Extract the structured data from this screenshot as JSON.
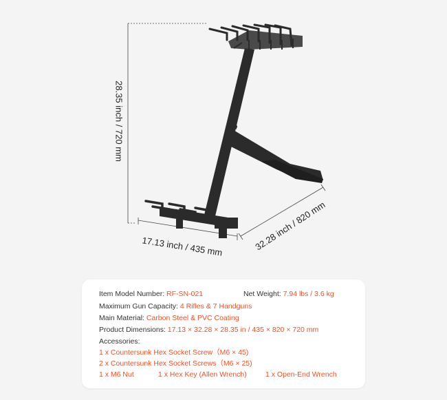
{
  "dimensions": {
    "height": "28.35 inch / 720 mm",
    "width": "17.13 inch / 435 mm",
    "depth": "32.28 inch / 820 mm"
  },
  "specs": {
    "model_label": "Item Model Number:",
    "model_value": "RF-SN-021",
    "weight_label": "Net Weight:",
    "weight_value": "7.94 lbs / 3.6 kg",
    "capacity_label": "Maximum Gun Capacity:",
    "capacity_value": "4 Rifles & 7 Handguns",
    "material_label": "Main Material:",
    "material_value": "Carbon Steel & PVC Coating",
    "dimensions_label": "Product Dimensions:",
    "dimensions_value": "17.13 × 32.28 × 28.35 in / 435 × 820 × 720 mm",
    "accessories_label": "Accessories:",
    "accessories": [
      "1 x Countersunk Hex Socket Screw（M6 × 45)",
      "2 x Countersunk Hex Socket Screws（M6 × 25)",
      "1 x M6 Nut",
      "1 x Hex Key (Allen Wrench)",
      "1 x Open-End Wrench"
    ]
  },
  "colors": {
    "accent": "#e5532a",
    "text": "#333333",
    "background": "#f4f4f4",
    "card": "#ffffff",
    "product": "#2b2b2b"
  }
}
